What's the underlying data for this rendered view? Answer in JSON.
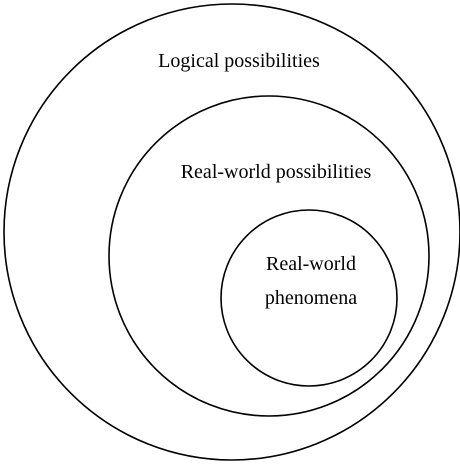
{
  "diagram": {
    "outer_label": "Logical possibilities",
    "middle_label": "Real-world possibilities",
    "inner_label_line1": "Real-world",
    "inner_label_line2": "phenomena"
  }
}
